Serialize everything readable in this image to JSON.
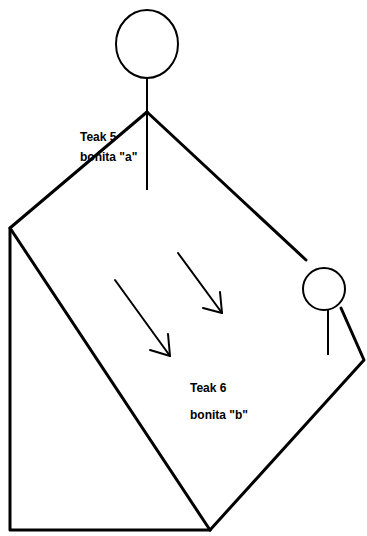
{
  "diagram": {
    "labels": [
      "Teak 5",
      "bonita \"a\"",
      "Teak 6",
      "bonita \"b\""
    ]
  }
}
